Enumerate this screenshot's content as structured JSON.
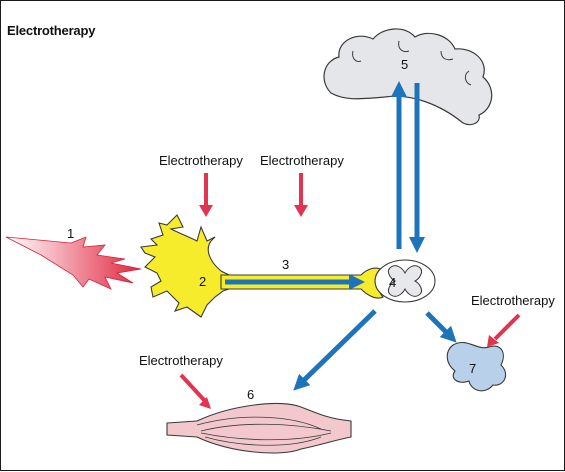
{
  "title": "Electrotherapy",
  "labels": {
    "electrotherapy_a": "Electrotherapy",
    "electrotherapy_b": "Electrotherapy",
    "electrotherapy_c": "Electrotherapy",
    "electrotherapy_d": "Electrotherapy"
  },
  "numbers": {
    "n1": "1",
    "n2": "2",
    "n3": "3",
    "n4": "4",
    "n5": "5",
    "n6": "6",
    "n7": "7"
  },
  "colors": {
    "blue_arrow": "#1d74b9",
    "red_arrow": "#e2334f",
    "neuron_yellow": "#f7ec2c",
    "brain_gray": "#e4e6ea",
    "muscle_pink": "#f3c8cc",
    "joint_blue": "#b9d0ea",
    "pain_red": "#ee5566"
  }
}
